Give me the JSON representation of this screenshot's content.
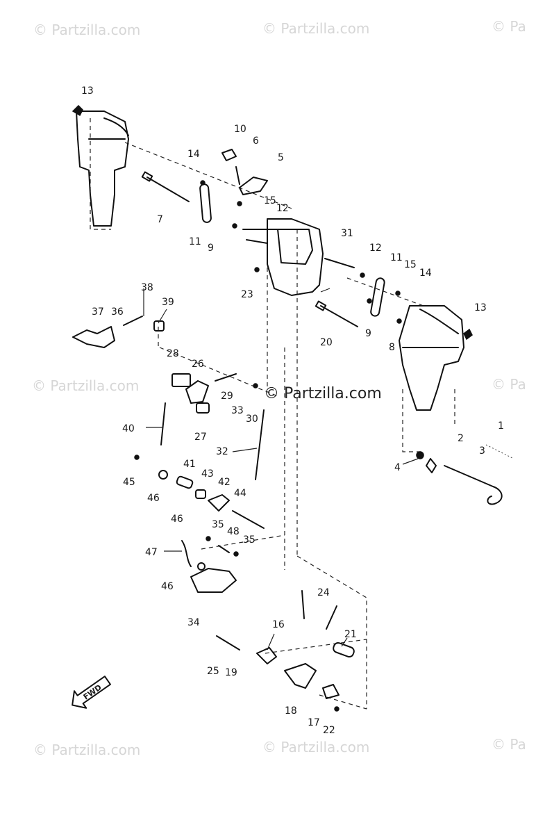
{
  "watermark": {
    "text": "© Partzilla.com",
    "partial_text": "© Pa",
    "center_text": "© Partzilla.com"
  },
  "fwd_label": "FWD",
  "callouts": [
    "13",
    "10",
    "6",
    "14",
    "5",
    "7",
    "15",
    "12",
    "11",
    "9",
    "31",
    "12",
    "11",
    "15",
    "14",
    "23",
    "13",
    "9",
    "20",
    "8",
    "38",
    "39",
    "37",
    "36",
    "28",
    "26",
    "29",
    "33",
    "30",
    "40",
    "27",
    "32",
    "41",
    "43",
    "45",
    "42",
    "44",
    "46",
    "46",
    "35",
    "48",
    "35",
    "47",
    "46",
    "24",
    "34",
    "16",
    "21",
    "25",
    "19",
    "18",
    "17",
    "22",
    "2",
    "1",
    "3",
    "4"
  ],
  "colors": {
    "ink": "#111111",
    "watermark": "#d6d6d6",
    "background": "#ffffff"
  }
}
